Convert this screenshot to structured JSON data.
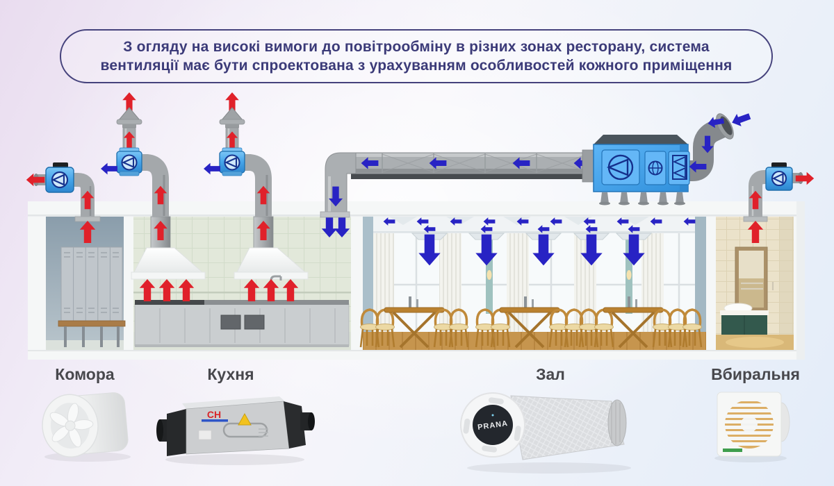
{
  "banner": {
    "line1": "З огляду на високі вимоги до повітрообміну в різних зонах ресторану, система",
    "line2": "вентиляції має бути спроектована з урахуванням особливостей кожного приміщення"
  },
  "zones": [
    {
      "id": "komora",
      "label": "Комора"
    },
    {
      "id": "kukhnia",
      "label": "Кухня"
    },
    {
      "id": "zal",
      "label": "Зал"
    },
    {
      "id": "vbyralnia",
      "label": "Вбиральня"
    }
  ],
  "products": [
    {
      "name": "inline-duct-fan",
      "zone": "Комора"
    },
    {
      "name": "heat-recovery-unit",
      "zone": "Кухня",
      "brand": "CH"
    },
    {
      "name": "wall-recuperator",
      "zone": "Зал",
      "display_text": "PRANA"
    },
    {
      "name": "wall-exhaust-fan",
      "zone": "Вбиральня"
    }
  ],
  "icons": {
    "duct_fan_symbol": "circle-left-triangle",
    "ahu_fan_symbol": "circle-left-triangle",
    "ahu_filter_symbol": "globe-circle",
    "ahu_heat_exchanger_symbol": "rect-double-chevron",
    "warning_icon": "yellow-warning-triangle"
  },
  "colors": {
    "background_left": "#e9dcef",
    "background_right": "#e3ecf9",
    "banner_border": "#45427c",
    "banner_text": "#3b3a78",
    "zone_label_text": "#48484d",
    "exhaust_arrow": "#e0212a",
    "supply_arrow": "#2823c4",
    "fan_unit_blue": "#45a4e9",
    "ahu_blue": "#3f9ff0",
    "duct_gray": "#a4a8ab"
  }
}
